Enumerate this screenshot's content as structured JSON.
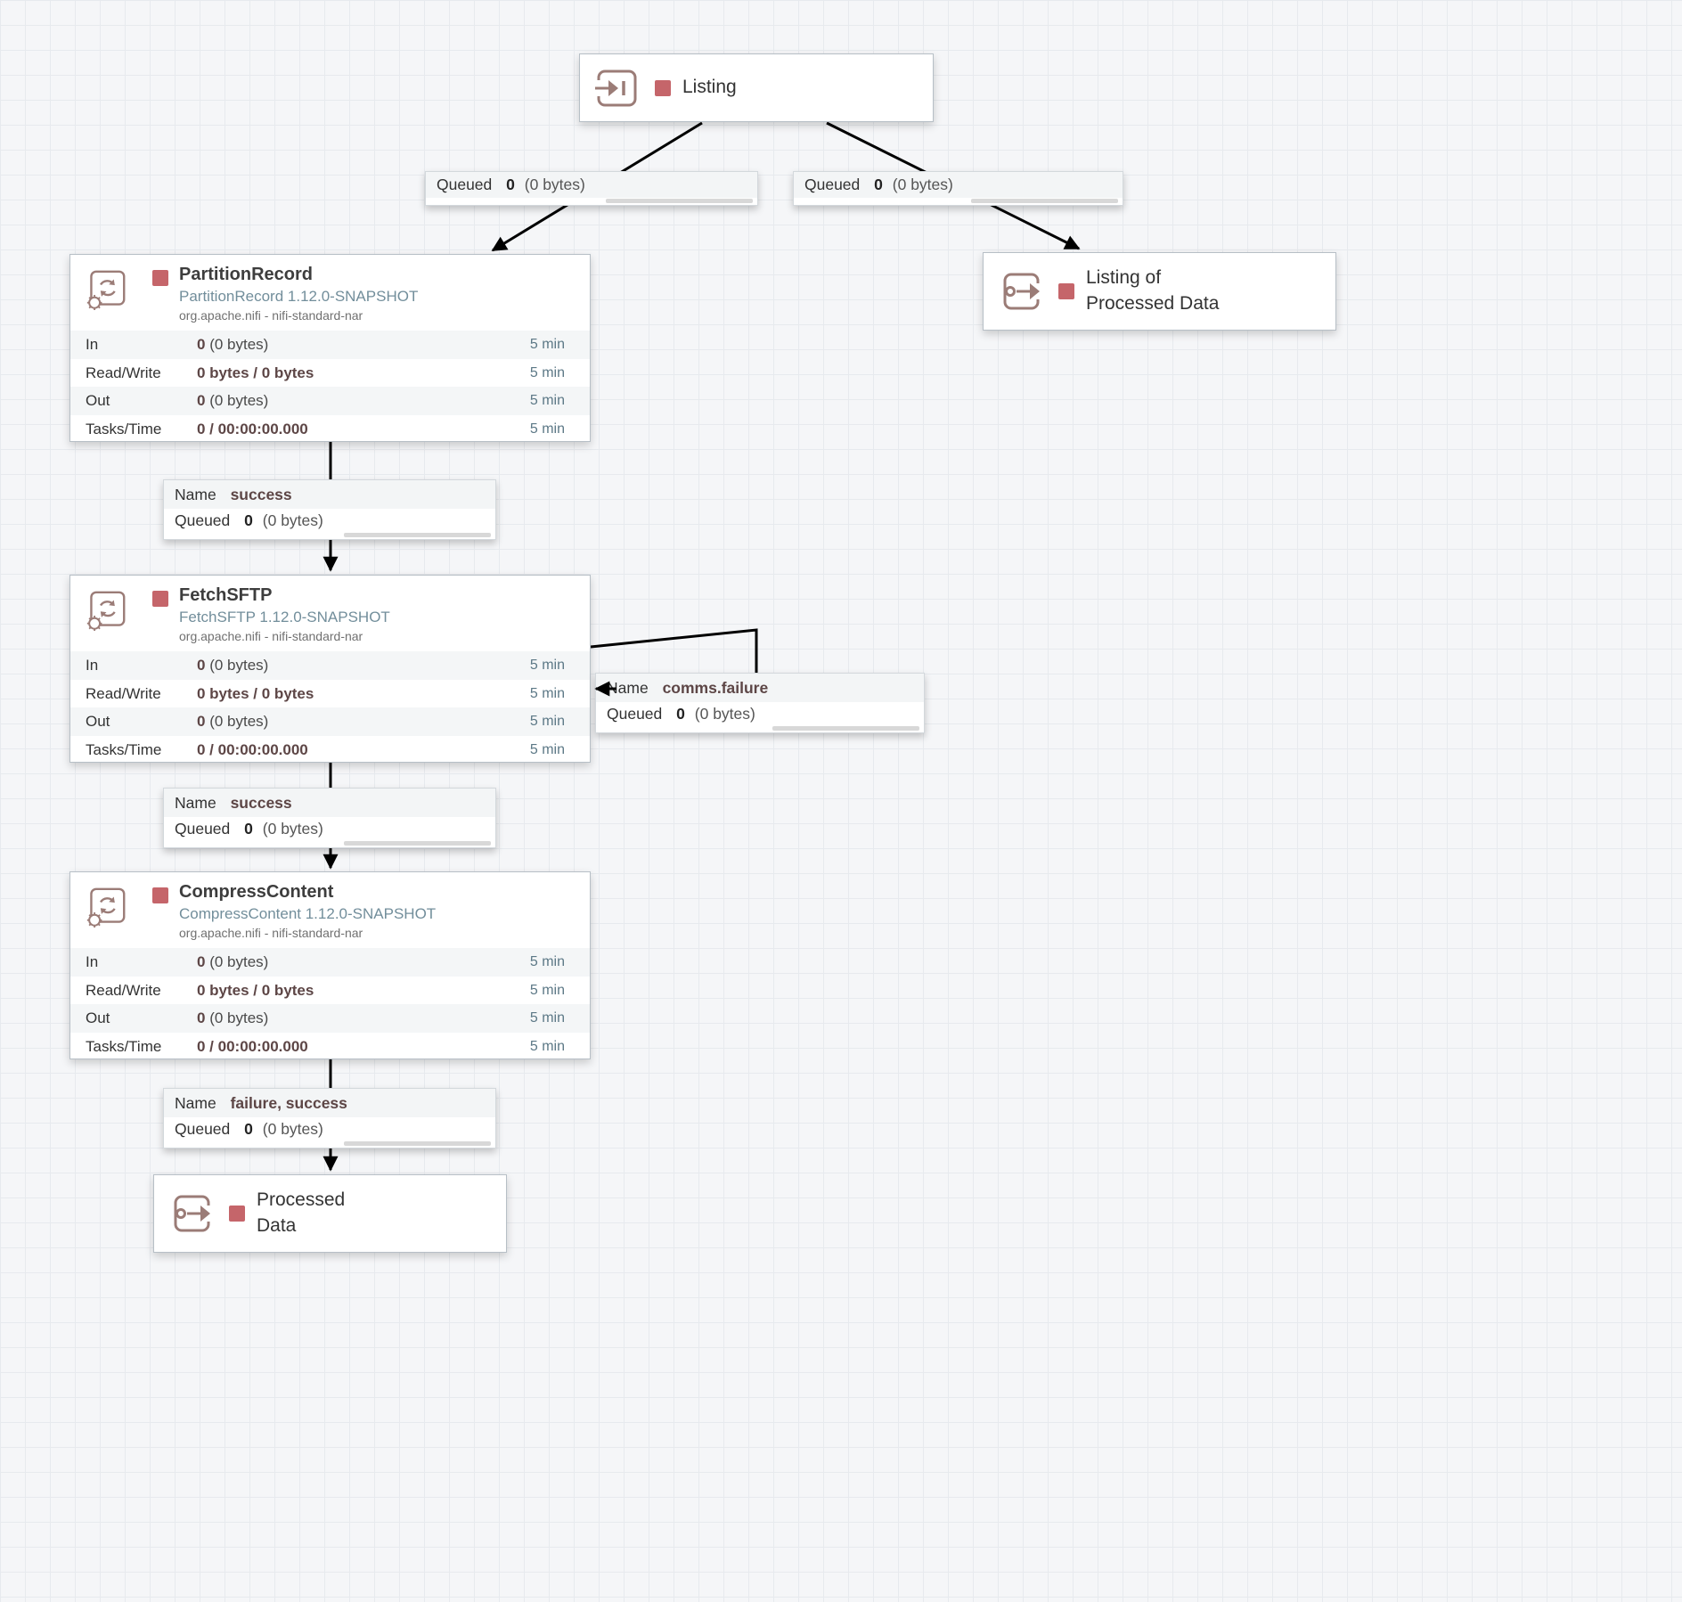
{
  "canvas": {
    "background": "#f5f6f8",
    "grid_line": "#e7eaee"
  },
  "colors": {
    "stopped_status": "#c5656a",
    "icon": "#9b7c77",
    "processor_type_text": "#728e9b",
    "stat_window_text": "#5c7886",
    "value_emphasis_text": "#5d4646",
    "edge": "#000000"
  },
  "ports": {
    "listing": {
      "name": "Listing"
    },
    "listing_processed": {
      "name": "Listing of Processed Data"
    },
    "processed": {
      "name": "Processed Data"
    }
  },
  "processors": [
    {
      "name": "PartitionRecord",
      "type": "PartitionRecord 1.12.0-SNAPSHOT",
      "bundle": "org.apache.nifi - nifi-standard-nar",
      "stats": [
        {
          "label": "In",
          "value_bold": "0",
          "value_rest": "(0 bytes)",
          "window": "5 min"
        },
        {
          "label": "Read/Write",
          "value_bold": "0 bytes / 0 bytes",
          "value_rest": "",
          "window": "5 min"
        },
        {
          "label": "Out",
          "value_bold": "0",
          "value_rest": "(0 bytes)",
          "window": "5 min"
        },
        {
          "label": "Tasks/Time",
          "value_bold": "0 / 00:00:00.000",
          "value_rest": "",
          "window": "5 min"
        }
      ]
    },
    {
      "name": "FetchSFTP",
      "type": "FetchSFTP 1.12.0-SNAPSHOT",
      "bundle": "org.apache.nifi - nifi-standard-nar",
      "stats": [
        {
          "label": "In",
          "value_bold": "0",
          "value_rest": "(0 bytes)",
          "window": "5 min"
        },
        {
          "label": "Read/Write",
          "value_bold": "0 bytes / 0 bytes",
          "value_rest": "",
          "window": "5 min"
        },
        {
          "label": "Out",
          "value_bold": "0",
          "value_rest": "(0 bytes)",
          "window": "5 min"
        },
        {
          "label": "Tasks/Time",
          "value_bold": "0 / 00:00:00.000",
          "value_rest": "",
          "window": "5 min"
        }
      ]
    },
    {
      "name": "CompressContent",
      "type": "CompressContent 1.12.0-SNAPSHOT",
      "bundle": "org.apache.nifi - nifi-standard-nar",
      "stats": [
        {
          "label": "In",
          "value_bold": "0",
          "value_rest": "(0 bytes)",
          "window": "5 min"
        },
        {
          "label": "Read/Write",
          "value_bold": "0 bytes / 0 bytes",
          "value_rest": "",
          "window": "5 min"
        },
        {
          "label": "Out",
          "value_bold": "0",
          "value_rest": "(0 bytes)",
          "window": "5 min"
        },
        {
          "label": "Tasks/Time",
          "value_bold": "0 / 00:00:00.000",
          "value_rest": "",
          "window": "5 min"
        }
      ]
    }
  ],
  "connections": [
    {
      "from": "Listing",
      "to": "PartitionRecord",
      "queued_label": "Queued",
      "queued_count": "0",
      "queued_bytes": "(0 bytes)"
    },
    {
      "from": "Listing",
      "to": "Listing of Processed Data",
      "queued_label": "Queued",
      "queued_count": "0",
      "queued_bytes": "(0 bytes)"
    },
    {
      "from": "PartitionRecord",
      "to": "FetchSFTP",
      "name_label": "Name",
      "name_value": "success",
      "queued_label": "Queued",
      "queued_count": "0",
      "queued_bytes": "(0 bytes)"
    },
    {
      "from": "FetchSFTP",
      "to": "FetchSFTP",
      "name_label": "Name",
      "name_value": "comms.failure",
      "queued_label": "Queued",
      "queued_count": "0",
      "queued_bytes": "(0 bytes)"
    },
    {
      "from": "FetchSFTP",
      "to": "CompressContent",
      "name_label": "Name",
      "name_value": "success",
      "queued_label": "Queued",
      "queued_count": "0",
      "queued_bytes": "(0 bytes)"
    },
    {
      "from": "CompressContent",
      "to": "Processed Data",
      "name_label": "Name",
      "name_value": "failure, success",
      "queued_label": "Queued",
      "queued_count": "0",
      "queued_bytes": "(0 bytes)"
    }
  ]
}
